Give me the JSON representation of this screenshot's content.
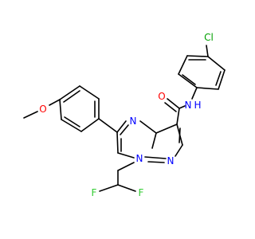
{
  "colors": {
    "background": "#ffffff",
    "bond": "#000000",
    "carbon_label": "#000000",
    "nitrogen": "#0000ff",
    "oxygen": "#ff0000",
    "chlorine": "#00a000",
    "fluorine": "#33cc33"
  },
  "atoms": {
    "cl": "Cl",
    "nh": "N",
    "h": "H",
    "o_carbonyl": "O",
    "o_methoxy": "O",
    "n_pyrimidine": "N",
    "n_bridge": "N",
    "n_pyrazole": "N",
    "f_left": "F",
    "f_right": "F"
  }
}
